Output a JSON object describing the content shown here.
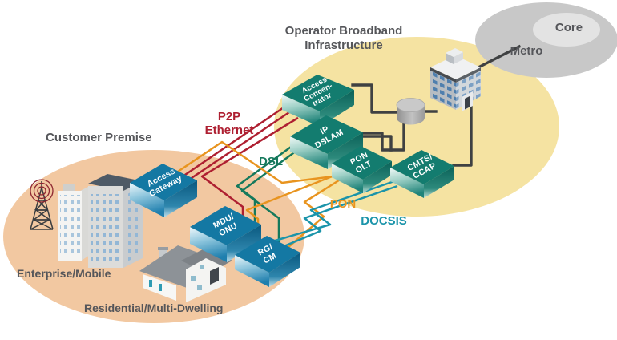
{
  "zones": {
    "operator": {
      "label_line1": "Operator Broadband",
      "label_line2": "Infrastructure"
    },
    "customer": {
      "label": "Customer Premise",
      "enterprise": "Enterprise/Mobile",
      "residential": "Residential/Multi-Dwelling"
    },
    "metro": {
      "label": "Metro"
    },
    "core": {
      "label": "Core"
    }
  },
  "access_technologies": [
    {
      "id": "p2p-ethernet",
      "label_line1": "P2P",
      "label_line2": "Ethernet",
      "color": "#ae1f31"
    },
    {
      "id": "dsl",
      "label": "DSL",
      "color": "#15795c"
    },
    {
      "id": "pon",
      "label": "PON",
      "color": "#e8941f"
    },
    {
      "id": "docsis",
      "label": "DOCSIS",
      "color": "#1b94aa"
    }
  ],
  "nodes": {
    "operator": [
      {
        "id": "access-concentrator",
        "lines": [
          "Access",
          "Concen-",
          "trator"
        ]
      },
      {
        "id": "ip-dslam",
        "lines": [
          "IP",
          "DSLAM"
        ]
      },
      {
        "id": "pon-olt",
        "lines": [
          "PON",
          "OLT"
        ]
      },
      {
        "id": "cmts-ccap",
        "lines": [
          "CMTS/",
          "CCAP"
        ]
      }
    ],
    "customer": [
      {
        "id": "access-gateway",
        "lines": [
          "Access",
          "Gateway"
        ]
      },
      {
        "id": "mdu-onu",
        "lines": [
          "MDU/",
          "ONU"
        ]
      },
      {
        "id": "rg-cm",
        "lines": [
          "RG/",
          "CM"
        ]
      }
    ]
  },
  "colors": {
    "customer_zone": "#f2c8a1",
    "operator_zone": "#f5e3a2",
    "metro_zone": "#c8c8c8",
    "core_zone": "#e3e3e3",
    "teal_node_top": "#137c6f",
    "blue_node_top": "#1478a3",
    "connector": "#3f4142",
    "label_gray": "#55565a"
  }
}
